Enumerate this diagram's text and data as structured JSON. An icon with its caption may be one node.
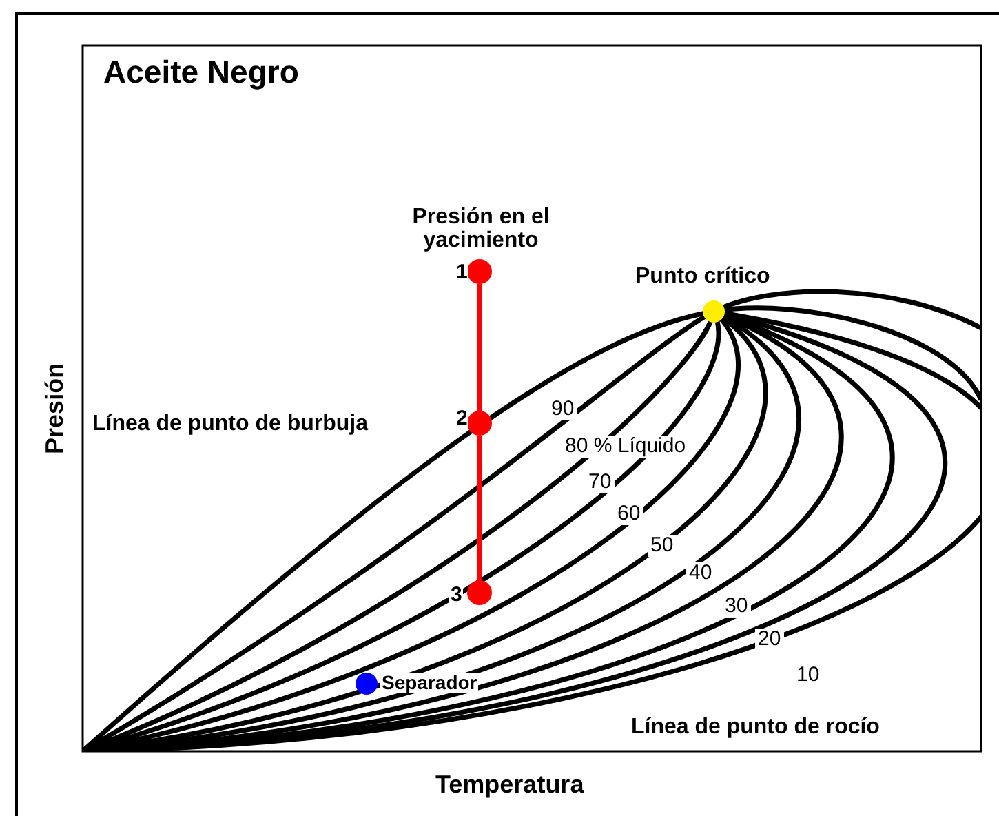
{
  "diagram": {
    "title": "Aceite Negro",
    "nodes": [
      {
        "text": [],
        "shape": "circle",
        "beside": [
          "Presión en el yacimiento",
          "1"
        ]
      },
      {
        "text": [],
        "shape": "circle",
        "beside": [
          "2"
        ]
      },
      {
        "text": [],
        "shape": "circle",
        "beside": [
          "3"
        ]
      },
      {
        "text": [],
        "shape": "circle",
        "beside": [
          "Punto crítico"
        ]
      },
      {
        "text": [],
        "shape": "circle",
        "beside": [
          "Separador"
        ]
      }
    ],
    "edges": [
      {
        "from": 0,
        "to": 1,
        "arrow": "none"
      },
      {
        "from": 1,
        "to": 2,
        "arrow": "none"
      }
    ],
    "labels": [
      "Presión",
      "Línea de punto de burbuja",
      "90",
      "80 % Líquido",
      "70",
      "60",
      "50",
      "40",
      "30",
      "20",
      "10",
      "Línea de punto de rocío",
      "Temperatura"
    ]
  }
}
